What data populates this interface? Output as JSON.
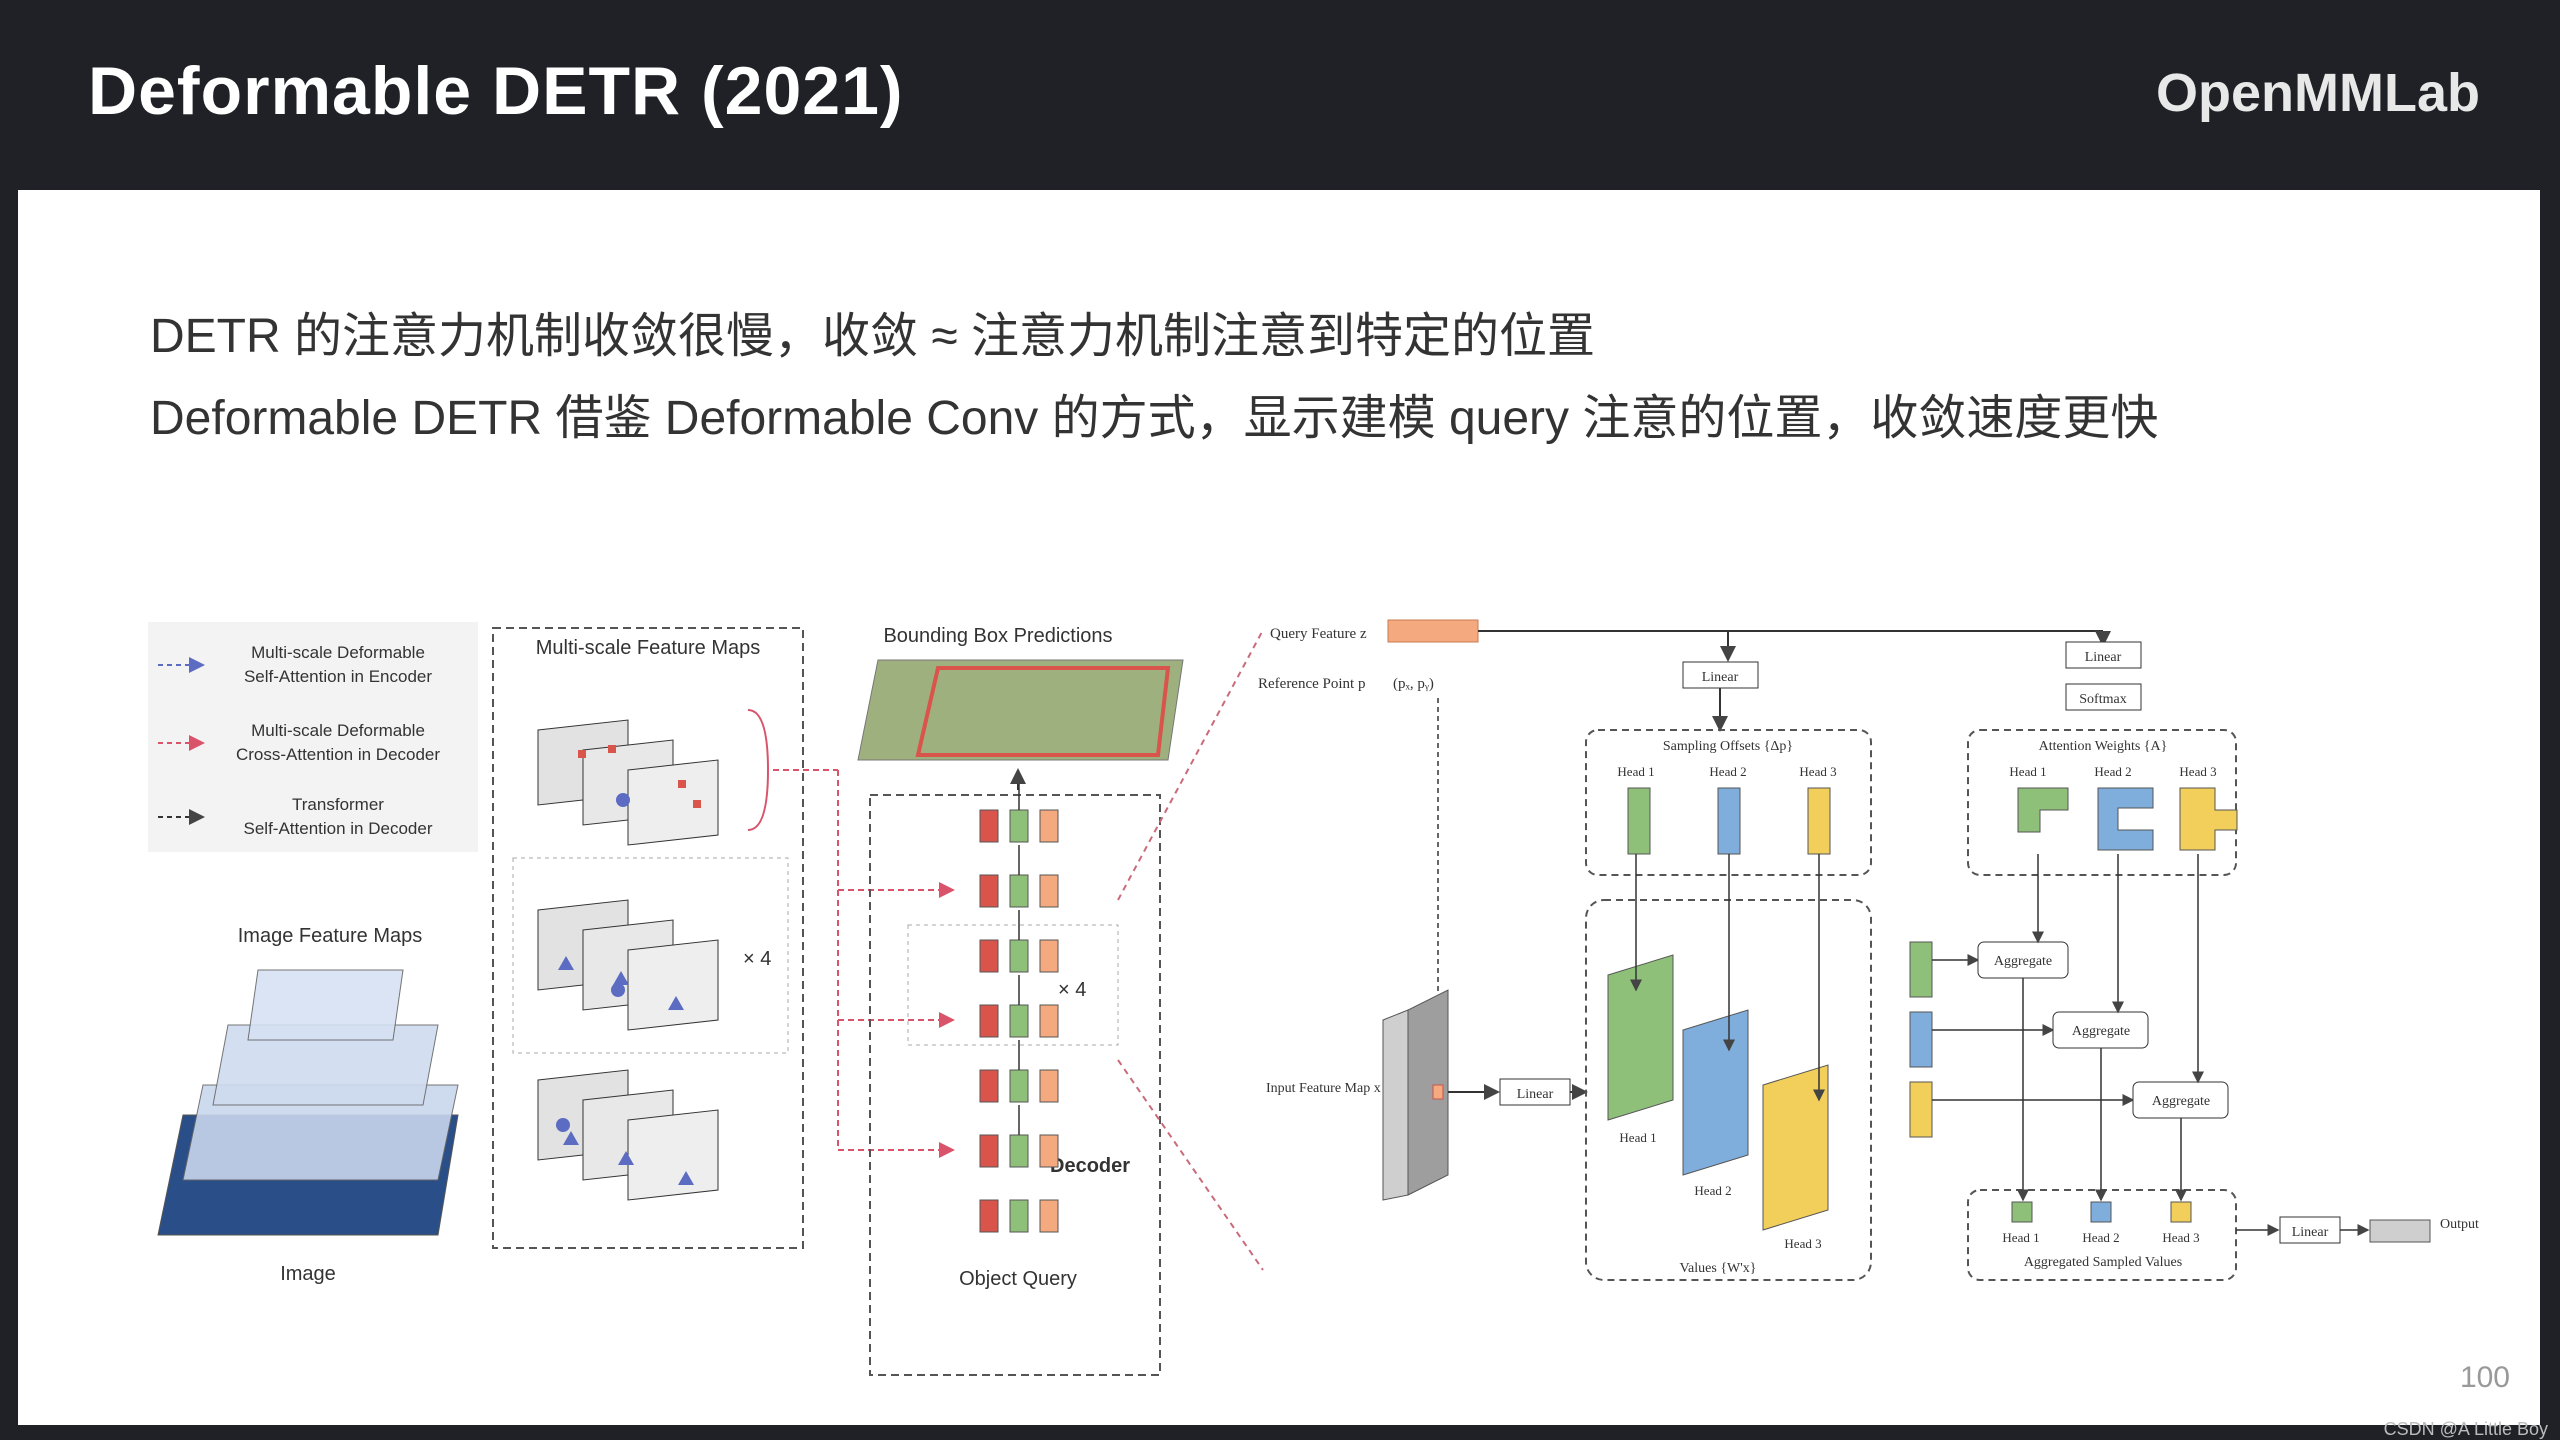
{
  "header": {
    "title": "Deformable DETR (2021)",
    "logo": "OpenMMLab"
  },
  "bullets": [
    "DETR 的注意力机制收敛很慢，收敛 ≈ 注意力机制注意到特定的位置",
    "Deformable DETR 借鉴 Deformable Conv 的方式，显示建模 query 注意的位置，收敛速度更快"
  ],
  "legend": [
    {
      "line1": "Multi-scale Deformable",
      "line2": "Self-Attention in Encoder",
      "color": "#5b6cc2"
    },
    {
      "line1": "Multi-scale Deformable",
      "line2": "Cross-Attention in Decoder",
      "color": "#d9546b"
    },
    {
      "line1": "Transformer",
      "line2": "Self-Attention in Decoder",
      "color": "#333333"
    }
  ],
  "left_diagram": {
    "multi_scale_title": "Multi-scale Feature Maps",
    "image_feature_maps": "Image Feature Maps",
    "image_label": "Image",
    "times4_enc": "× 4",
    "bbox_title": "Bounding Box Predictions",
    "times4_dec": "× 4",
    "decoder_label": "Decoder",
    "object_query": "Object Query"
  },
  "right_diagram": {
    "query_feature": "Query Feature z",
    "reference_point": "Reference Point p",
    "ref_coords": "(pₓ, pᵧ)",
    "input_feature_map": "Input Feature Map x",
    "linear": "Linear",
    "softmax": "Softmax",
    "sampling_offsets": "Sampling Offsets {Δp}",
    "attention_weights": "Attention Weights {A}",
    "head1": "Head 1",
    "head2": "Head 2",
    "head3": "Head 3",
    "values": "Values {W'x}",
    "aggregate": "Aggregate",
    "aggregated_sampled_values": "Aggregated Sampled Values",
    "output": "Output"
  },
  "page_number": "100",
  "watermark": "CSDN @A Little Boy",
  "colors": {
    "green": "#8fc07a",
    "blue": "#7faedc",
    "yellow": "#f2cf5a",
    "red": "#d9544b",
    "orange": "#f4a97f",
    "grey": "#bdbdbd"
  }
}
